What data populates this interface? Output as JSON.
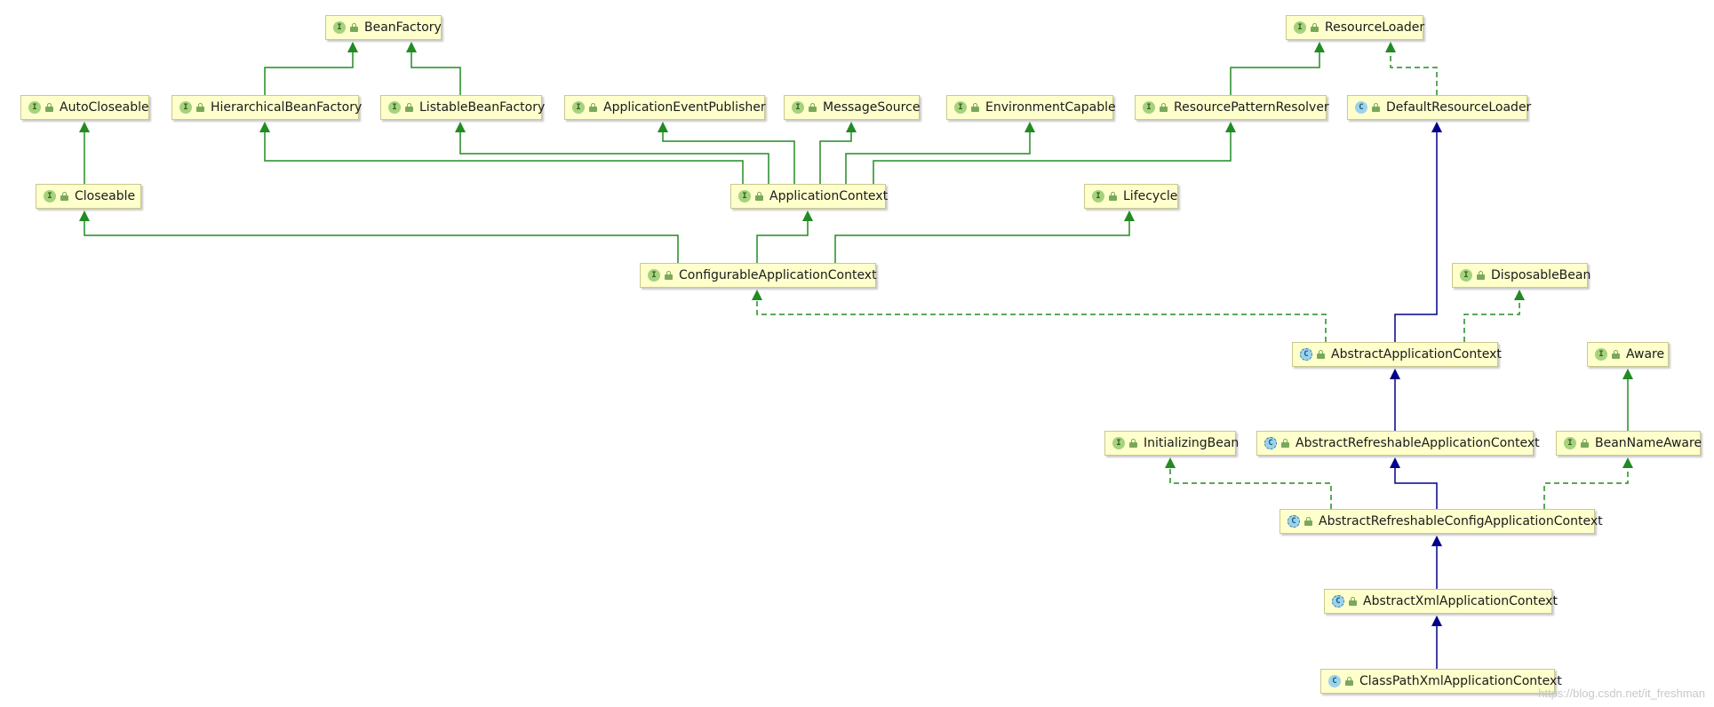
{
  "nodes": {
    "BeanFactory": {
      "kind": "interface",
      "label": "BeanFactory"
    },
    "ResourceLoader": {
      "kind": "interface",
      "label": "ResourceLoader"
    },
    "AutoCloseable": {
      "kind": "interface",
      "label": "AutoCloseable"
    },
    "HierarchicalBeanFactory": {
      "kind": "interface",
      "label": "HierarchicalBeanFactory"
    },
    "ListableBeanFactory": {
      "kind": "interface",
      "label": "ListableBeanFactory"
    },
    "ApplicationEventPublisher": {
      "kind": "interface",
      "label": "ApplicationEventPublisher"
    },
    "MessageSource": {
      "kind": "interface",
      "label": "MessageSource"
    },
    "EnvironmentCapable": {
      "kind": "interface",
      "label": "EnvironmentCapable"
    },
    "ResourcePatternResolver": {
      "kind": "interface",
      "label": "ResourcePatternResolver"
    },
    "DefaultResourceLoader": {
      "kind": "class",
      "label": "DefaultResourceLoader"
    },
    "Closeable": {
      "kind": "interface",
      "label": "Closeable"
    },
    "ApplicationContext": {
      "kind": "interface",
      "label": "ApplicationContext"
    },
    "Lifecycle": {
      "kind": "interface",
      "label": "Lifecycle"
    },
    "ConfigurableApplicationContext": {
      "kind": "interface",
      "label": "ConfigurableApplicationContext"
    },
    "DisposableBean": {
      "kind": "interface",
      "label": "DisposableBean"
    },
    "AbstractApplicationContext": {
      "kind": "abstract",
      "label": "AbstractApplicationContext"
    },
    "Aware": {
      "kind": "interface",
      "label": "Aware"
    },
    "InitializingBean": {
      "kind": "interface",
      "label": "InitializingBean"
    },
    "AbstractRefreshableApplicationContext": {
      "kind": "abstract",
      "label": "AbstractRefreshableApplicationContext"
    },
    "BeanNameAware": {
      "kind": "interface",
      "label": "BeanNameAware"
    },
    "AbstractRefreshableConfigApplicationContext": {
      "kind": "abstract",
      "label": "AbstractRefreshableConfigApplicationContext"
    },
    "AbstractXmlApplicationContext": {
      "kind": "abstract",
      "label": "AbstractXmlApplicationContext"
    },
    "ClassPathXmlApplicationContext": {
      "kind": "class",
      "label": "ClassPathXmlApplicationContext"
    }
  },
  "edges": [
    {
      "from": "HierarchicalBeanFactory",
      "to": "BeanFactory",
      "type": "extends-interface"
    },
    {
      "from": "ListableBeanFactory",
      "to": "BeanFactory",
      "type": "extends-interface"
    },
    {
      "from": "ResourcePatternResolver",
      "to": "ResourceLoader",
      "type": "extends-interface"
    },
    {
      "from": "DefaultResourceLoader",
      "to": "ResourceLoader",
      "type": "implements"
    },
    {
      "from": "Closeable",
      "to": "AutoCloseable",
      "type": "extends-interface"
    },
    {
      "from": "ApplicationContext",
      "to": "HierarchicalBeanFactory",
      "type": "extends-interface"
    },
    {
      "from": "ApplicationContext",
      "to": "ListableBeanFactory",
      "type": "extends-interface"
    },
    {
      "from": "ApplicationContext",
      "to": "ApplicationEventPublisher",
      "type": "extends-interface"
    },
    {
      "from": "ApplicationContext",
      "to": "MessageSource",
      "type": "extends-interface"
    },
    {
      "from": "ApplicationContext",
      "to": "EnvironmentCapable",
      "type": "extends-interface"
    },
    {
      "from": "ApplicationContext",
      "to": "ResourcePatternResolver",
      "type": "extends-interface"
    },
    {
      "from": "ConfigurableApplicationContext",
      "to": "Closeable",
      "type": "extends-interface"
    },
    {
      "from": "ConfigurableApplicationContext",
      "to": "ApplicationContext",
      "type": "extends-interface"
    },
    {
      "from": "ConfigurableApplicationContext",
      "to": "Lifecycle",
      "type": "extends-interface"
    },
    {
      "from": "AbstractApplicationContext",
      "to": "ConfigurableApplicationContext",
      "type": "implements"
    },
    {
      "from": "AbstractApplicationContext",
      "to": "DefaultResourceLoader",
      "type": "extends-class"
    },
    {
      "from": "AbstractApplicationContext",
      "to": "DisposableBean",
      "type": "implements"
    },
    {
      "from": "AbstractRefreshableApplicationContext",
      "to": "AbstractApplicationContext",
      "type": "extends-class"
    },
    {
      "from": "BeanNameAware",
      "to": "Aware",
      "type": "extends-interface"
    },
    {
      "from": "AbstractRefreshableConfigApplicationContext",
      "to": "InitializingBean",
      "type": "implements"
    },
    {
      "from": "AbstractRefreshableConfigApplicationContext",
      "to": "AbstractRefreshableApplicationContext",
      "type": "extends-class"
    },
    {
      "from": "AbstractRefreshableConfigApplicationContext",
      "to": "BeanNameAware",
      "type": "implements"
    },
    {
      "from": "AbstractXmlApplicationContext",
      "to": "AbstractRefreshableConfigApplicationContext",
      "type": "extends-class"
    },
    {
      "from": "ClassPathXmlApplicationContext",
      "to": "AbstractXmlApplicationContext",
      "type": "extends-class"
    }
  ],
  "colors": {
    "interface_edge": "#228b22",
    "class_edge": "#00008b",
    "node_fill": "#ffffcc",
    "node_border": "#c9c98e"
  },
  "watermark": "https://blog.csdn.net/it_freshman"
}
